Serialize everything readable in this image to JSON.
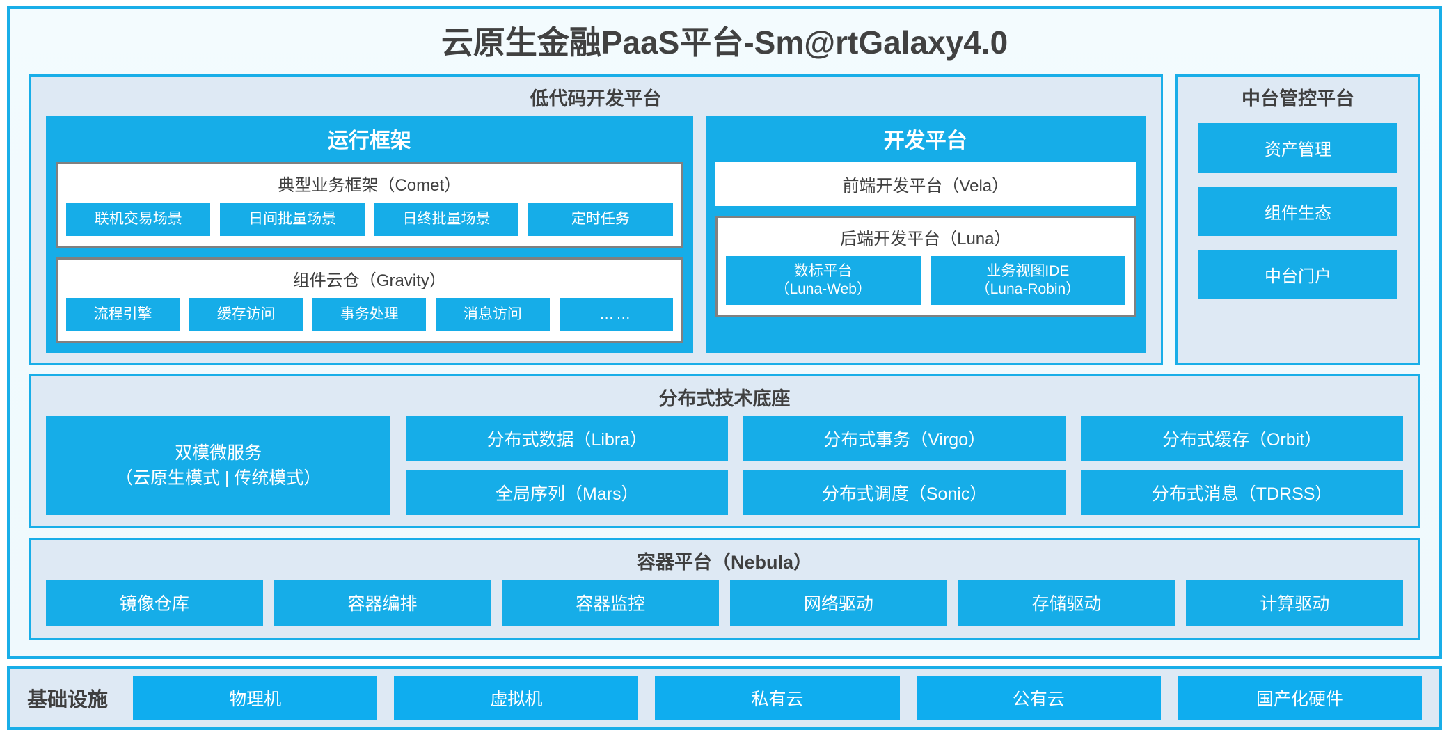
{
  "diagram": {
    "title": "云原生金融PaaS平台-Sm@rtGalaxy4.0",
    "colors": {
      "accent_blue": "#16ADE8",
      "frame_blue": "#19AEE8",
      "panel_fill": "#DEE9F4",
      "card_border_grey": "#808080",
      "text_dark": "#3F3F3F",
      "page_bg": "#F3FBFE"
    }
  },
  "lowcode": {
    "title": "低代码开发平台",
    "runtime": {
      "title": "运行框架",
      "comet": {
        "title": "典型业务框架（Comet）",
        "items": [
          "联机交易场景",
          "日间批量场景",
          "日终批量场景",
          "定时任务"
        ]
      },
      "gravity": {
        "title": "组件云仓（Gravity）",
        "items": [
          "流程引擎",
          "缓存访问",
          "事务处理",
          "消息访问",
          "……"
        ]
      }
    },
    "devplatform": {
      "title": "开发平台",
      "frontend": "前端开发平台（Vela）",
      "backend": {
        "title": "后端开发平台（Luna）",
        "items": [
          {
            "line1": "数标平台",
            "line2": "（Luna-Web）"
          },
          {
            "line1": "业务视图IDE",
            "line2": "（Luna-Robin）"
          }
        ]
      }
    }
  },
  "mgmt": {
    "title": "中台管控平台",
    "items": [
      "资产管理",
      "组件生态",
      "中台门户"
    ]
  },
  "tech": {
    "title": "分布式技术底座",
    "microservice": {
      "line1": "双模微服务",
      "line2": "（云原生模式 | 传统模式）"
    },
    "columns": [
      [
        "分布式数据（Libra）",
        "全局序列（Mars）"
      ],
      [
        "分布式事务（Virgo）",
        "分布式调度（Sonic）"
      ],
      [
        "分布式缓存（Orbit）",
        "分布式消息（TDRSS）"
      ]
    ]
  },
  "container": {
    "title": "容器平台（Nebula）",
    "items": [
      "镜像仓库",
      "容器编排",
      "容器监控",
      "网络驱动",
      "存储驱动",
      "计算驱动"
    ]
  },
  "infra": {
    "label": "基础设施",
    "items": [
      "物理机",
      "虚拟机",
      "私有云",
      "公有云",
      "国产化硬件"
    ]
  }
}
